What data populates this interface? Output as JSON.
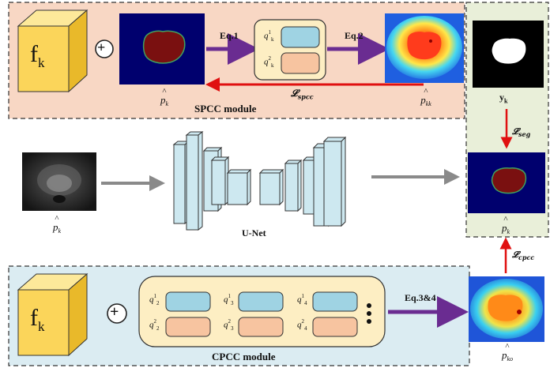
{
  "spcc": {
    "title": "SPCC module",
    "feature_symbol": "f",
    "feature_sub": "k",
    "plus": "+",
    "eq1": "Eq.1",
    "eq2": "Eq.2",
    "q_base": "q",
    "q1_sup": "1",
    "q1_sub": "k",
    "q2_sup": "2",
    "q2_sub": "k",
    "p_in": "p",
    "p_in_sub": "k",
    "p_out": "p",
    "p_out_sub": "kk",
    "loss": "𝓛",
    "loss_sub": "spcc"
  },
  "middle": {
    "input_p": "p",
    "input_p_sub": "k",
    "unet_label": "U-Net"
  },
  "right": {
    "gt_label": "y",
    "gt_sub": "k",
    "loss": "𝓛",
    "loss_sub": "seg",
    "pred_p": "p",
    "pred_p_sub": "k",
    "cpcc_loss": "𝓛",
    "cpcc_loss_sub": "cpcc"
  },
  "cpcc": {
    "title": "CPCC module",
    "feature_symbol": "f",
    "feature_sub": "k",
    "plus": "+",
    "eq": "Eq.3&4",
    "q_base": "q",
    "q_cols": [
      {
        "sup1": "1",
        "sub1": "2",
        "sup2": "2",
        "sub2": "2"
      },
      {
        "sup1": "1",
        "sub1": "3",
        "sup2": "2",
        "sub2": "3"
      },
      {
        "sup1": "1",
        "sub1": "4",
        "sup2": "2",
        "sub2": "4"
      }
    ],
    "p_out": "p",
    "p_out_sub": "ko"
  },
  "colors": {
    "spcc_bg": "#f8d7c4",
    "cpcc_bg": "#dbecf2",
    "right_bg": "#e9efd9",
    "cube_front": "#fbd55a",
    "cube_side": "#e9b92a",
    "cube_top": "#fde99a",
    "q1_fill": "#9fd3e3",
    "q2_fill": "#f7c4a0",
    "qbox_fill": "#fdeec3",
    "arrow_purple": "#6a2c91",
    "arrow_red": "#e01010",
    "arrow_gray": "#8a8a8a",
    "unet_fill": "#cde8f0",
    "map_bg": "#00006e",
    "organ": "#7a1010"
  }
}
